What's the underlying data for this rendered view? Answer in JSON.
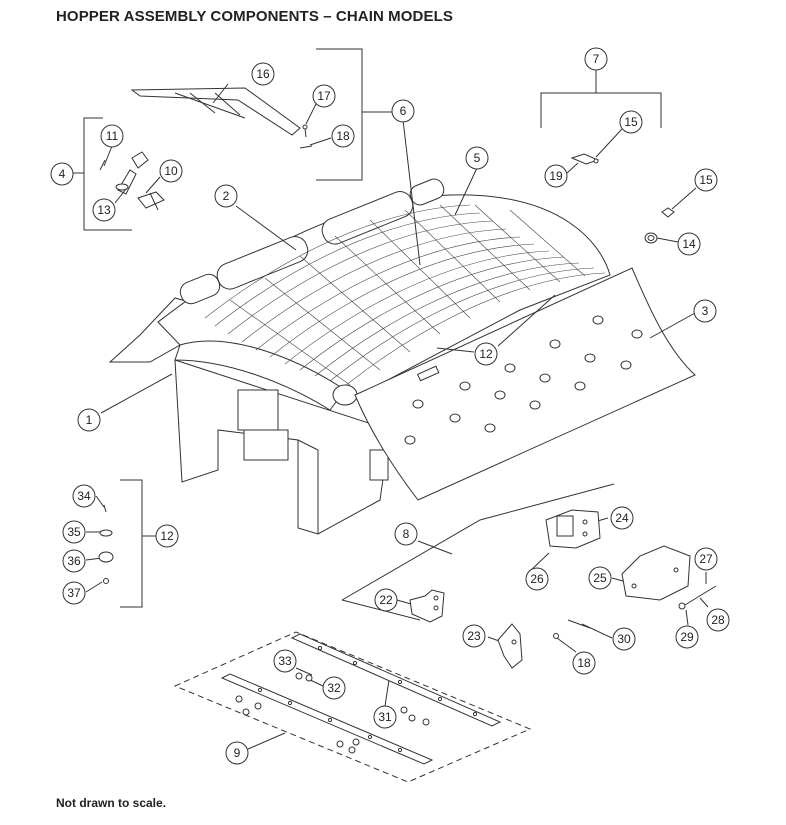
{
  "title": "HOPPER ASSEMBLY COMPONENTS – CHAIN MODELS",
  "footnote": "Not drawn to scale.",
  "callouts": {
    "c1": "1",
    "c2": "2",
    "c3": "3",
    "c4": "4",
    "c5": "5",
    "c6": "6",
    "c7": "7",
    "c8": "8",
    "c9": "9",
    "c10": "10",
    "c11": "11",
    "c12a": "12",
    "c12b": "12",
    "c13": "13",
    "c14": "14",
    "c15a": "15",
    "c15b": "15",
    "c16": "16",
    "c17": "17",
    "c18a": "18",
    "c18b": "18",
    "c19": "19",
    "c22": "22",
    "c23": "23",
    "c24": "24",
    "c25": "25",
    "c26": "26",
    "c27": "27",
    "c28": "28",
    "c29": "29",
    "c30": "30",
    "c31": "31",
    "c32": "32",
    "c33": "33",
    "c34": "34",
    "c35": "35",
    "c36": "36",
    "c37": "37"
  }
}
